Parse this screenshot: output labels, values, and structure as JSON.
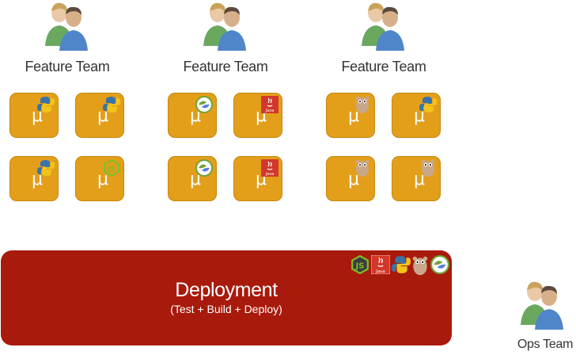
{
  "teams": [
    {
      "label": "Feature Team",
      "services": [
        {
          "icon": "python-icon"
        },
        {
          "icon": "python-icon"
        },
        {
          "icon": "python-icon"
        },
        {
          "icon": "nodejs-icon"
        }
      ]
    },
    {
      "label": "Feature Team",
      "services": [
        {
          "icon": "clojure-icon"
        },
        {
          "icon": "java-icon"
        },
        {
          "icon": "clojure-icon"
        },
        {
          "icon": "java-icon"
        }
      ]
    },
    {
      "label": "Feature Team",
      "services": [
        {
          "icon": "go-gopher-icon"
        },
        {
          "icon": "python-icon"
        },
        {
          "icon": "go-gopher-icon"
        },
        {
          "icon": "go-gopher-icon"
        }
      ]
    }
  ],
  "microservice_symbol": "μ",
  "deployment": {
    "title": "Deployment",
    "subtitle": "(Test + Build + Deploy)",
    "tech_icons": [
      "nodejs-icon",
      "java-icon",
      "python-icon",
      "go-gopher-icon",
      "clojure-icon"
    ]
  },
  "ops_team": {
    "label": "Ops Team"
  },
  "java_badge_text": "Java",
  "colors": {
    "microservice_fill": "#e39f1a",
    "deployment_fill": "#a81a0c",
    "python_blue": "#3b73a8",
    "python_yellow": "#f3c318",
    "nodejs_green": "#7fbf2a",
    "java_red": "#d3372b",
    "clojure_green": "#6ea43a",
    "clojure_blue": "#5881d8",
    "gopher_tan": "#c9a78a"
  }
}
